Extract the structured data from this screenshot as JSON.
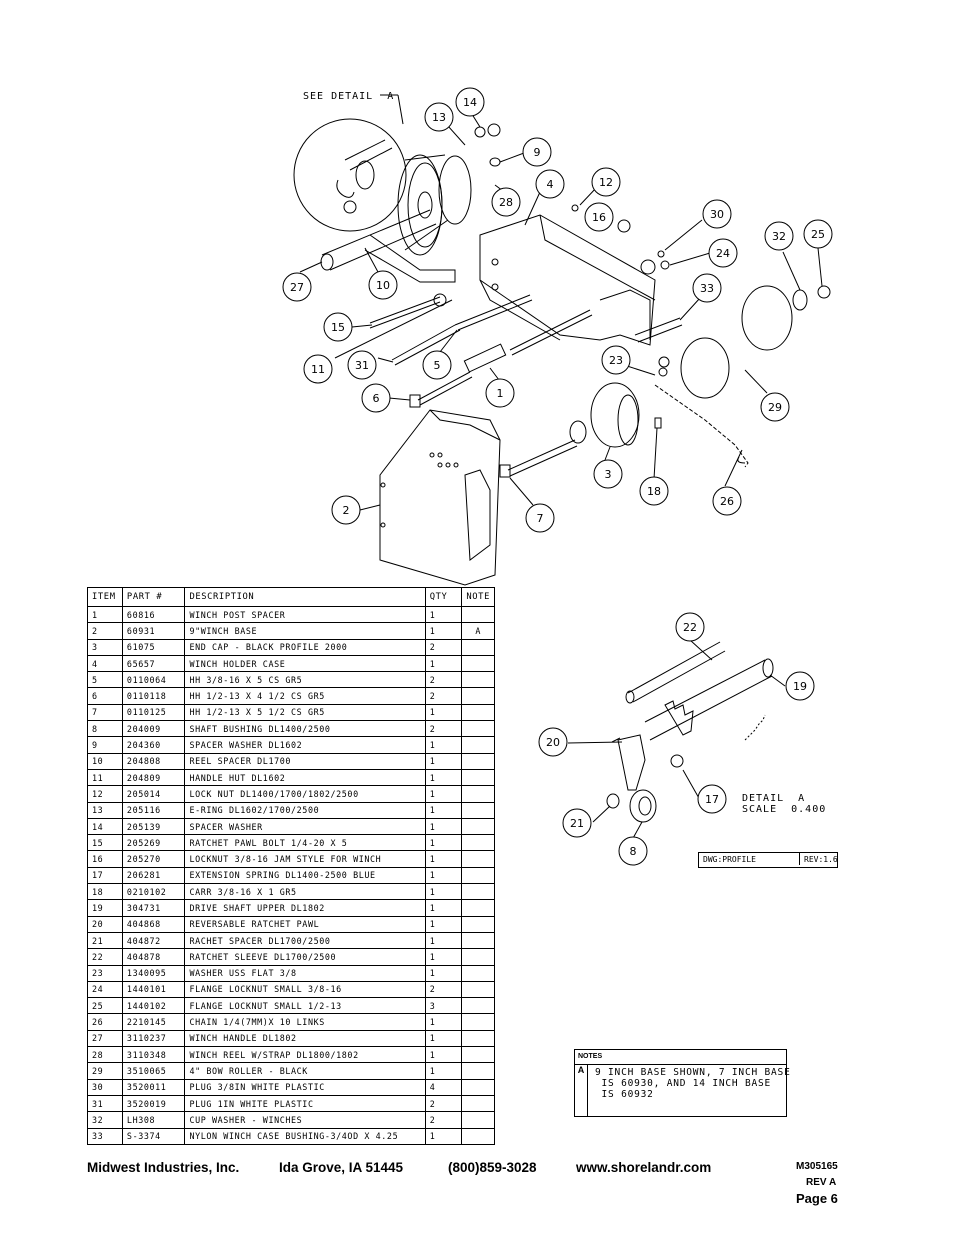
{
  "diagram": {
    "see_detail_label": "SEE DETAIL  A",
    "balloons": [
      "13",
      "14",
      "9",
      "4",
      "12",
      "16",
      "28",
      "30",
      "24",
      "32",
      "25",
      "27",
      "10",
      "33",
      "15",
      "11",
      "31",
      "5",
      "23",
      "6",
      "1",
      "29",
      "3",
      "18",
      "26",
      "2",
      "7"
    ],
    "detail_balloons": [
      "22",
      "19",
      "20",
      "17",
      "21",
      "8"
    ],
    "detail_label": "DETAIL  A",
    "detail_scale": "SCALE  0.400",
    "dwg_profile": "DWG:PROFILE",
    "dwg_rev": "REV:1.6"
  },
  "parts_table": {
    "headers": {
      "item": "ITEM",
      "part": "PART #",
      "desc": "DESCRIPTION",
      "qty": "QTY",
      "note": "NOTE"
    },
    "rows": [
      {
        "item": "1",
        "part": "60816",
        "desc": "WINCH POST SPACER",
        "qty": "1",
        "note": ""
      },
      {
        "item": "2",
        "part": "60931",
        "desc": "9\"WINCH BASE",
        "qty": "1",
        "note": "A"
      },
      {
        "item": "3",
        "part": "61075",
        "desc": "END CAP - BLACK PROFILE 2000",
        "qty": "2",
        "note": ""
      },
      {
        "item": "4",
        "part": "65657",
        "desc": "WINCH HOLDER CASE",
        "qty": "1",
        "note": ""
      },
      {
        "item": "5",
        "part": "0110064",
        "desc": "HH 3/8-16 X 5 CS GR5",
        "qty": "2",
        "note": ""
      },
      {
        "item": "6",
        "part": "0110118",
        "desc": "HH 1/2-13 X 4 1/2 CS GR5",
        "qty": "2",
        "note": ""
      },
      {
        "item": "7",
        "part": "0110125",
        "desc": "HH 1/2-13 X 5 1/2 CS GR5",
        "qty": "1",
        "note": ""
      },
      {
        "item": "8",
        "part": "204009",
        "desc": "SHAFT BUSHING  DL1400/2500",
        "qty": "2",
        "note": ""
      },
      {
        "item": "9",
        "part": "204360",
        "desc": "SPACER WASHER  DL1602",
        "qty": "1",
        "note": ""
      },
      {
        "item": "10",
        "part": "204808",
        "desc": "REEL SPACER  DL1700",
        "qty": "1",
        "note": ""
      },
      {
        "item": "11",
        "part": "204809",
        "desc": "HANDLE HUT  DL1602",
        "qty": "1",
        "note": ""
      },
      {
        "item": "12",
        "part": "205014",
        "desc": "LOCK NUT  DL1400/1700/1802/2500",
        "qty": "1",
        "note": ""
      },
      {
        "item": "13",
        "part": "205116",
        "desc": "E-RING DL1602/1700/2500",
        "qty": "1",
        "note": ""
      },
      {
        "item": "14",
        "part": "205139",
        "desc": "SPACER WASHER",
        "qty": "1",
        "note": ""
      },
      {
        "item": "15",
        "part": "205269",
        "desc": "RATCHET PAWL BOLT 1/4-20 X 5",
        "qty": "1",
        "note": ""
      },
      {
        "item": "16",
        "part": "205270",
        "desc": "LOCKNUT 3/8-16 JAM STYLE FOR WINCH",
        "qty": "1",
        "note": ""
      },
      {
        "item": "17",
        "part": "206281",
        "desc": "EXTENSION SPRING DL1400-2500 BLUE",
        "qty": "1",
        "note": ""
      },
      {
        "item": "18",
        "part": "0210102",
        "desc": "CARR 3/8-16 X 1 GR5",
        "qty": "1",
        "note": ""
      },
      {
        "item": "19",
        "part": "304731",
        "desc": "DRIVE SHAFT UPPER  DL1802",
        "qty": "1",
        "note": ""
      },
      {
        "item": "20",
        "part": "404868",
        "desc": "REVERSABLE RATCHET PAWL",
        "qty": "1",
        "note": ""
      },
      {
        "item": "21",
        "part": "404872",
        "desc": "RACHET SPACER  DL1700/2500",
        "qty": "1",
        "note": ""
      },
      {
        "item": "22",
        "part": "404878",
        "desc": "RATCHET SLEEVE  DL1700/2500",
        "qty": "1",
        "note": ""
      },
      {
        "item": "23",
        "part": "1340095",
        "desc": "WASHER USS FLAT 3/8",
        "qty": "1",
        "note": ""
      },
      {
        "item": "24",
        "part": "1440101",
        "desc": "FLANGE LOCKNUT SMALL 3/8-16",
        "qty": "2",
        "note": ""
      },
      {
        "item": "25",
        "part": "1440102",
        "desc": "FLANGE LOCKNUT SMALL 1/2-13",
        "qty": "3",
        "note": ""
      },
      {
        "item": "26",
        "part": "2210145",
        "desc": "CHAIN 1/4(7MM)X 10 LINKS",
        "qty": "1",
        "note": ""
      },
      {
        "item": "27",
        "part": "3110237",
        "desc": "WINCH HANDLE  DL1802",
        "qty": "1",
        "note": ""
      },
      {
        "item": "28",
        "part": "3110348",
        "desc": "WINCH REEL W/STRAP  DL1800/1802",
        "qty": "1",
        "note": ""
      },
      {
        "item": "29",
        "part": "3510065",
        "desc": "4\" BOW ROLLER - BLACK",
        "qty": "1",
        "note": ""
      },
      {
        "item": "30",
        "part": "3520011",
        "desc": "PLUG  3/8IN WHITE PLASTIC",
        "qty": "4",
        "note": ""
      },
      {
        "item": "31",
        "part": "3520019",
        "desc": "PLUG  1IN WHITE PLASTIC",
        "qty": "2",
        "note": ""
      },
      {
        "item": "32",
        "part": "LH308",
        "desc": "CUP WASHER - WINCHES",
        "qty": "2",
        "note": ""
      },
      {
        "item": "33",
        "part": "S-3374",
        "desc": "NYLON WINCH CASE BUSHING-3/4OD X 4.25",
        "qty": "1",
        "note": ""
      }
    ]
  },
  "notes": {
    "heading": "NOTES",
    "letter": "A",
    "text": "9 INCH BASE SHOWN, 7 INCH BASE\n IS 60930, AND 14 INCH BASE\n IS 60932"
  },
  "footer": {
    "company": "Midwest Industries, Inc.",
    "location": "Ida Grove, IA  51445",
    "phone": "(800)859-3028",
    "website": "www.shorelandr.com",
    "doc_number": "M305165",
    "revision": "REV A",
    "page": "Page 6"
  }
}
